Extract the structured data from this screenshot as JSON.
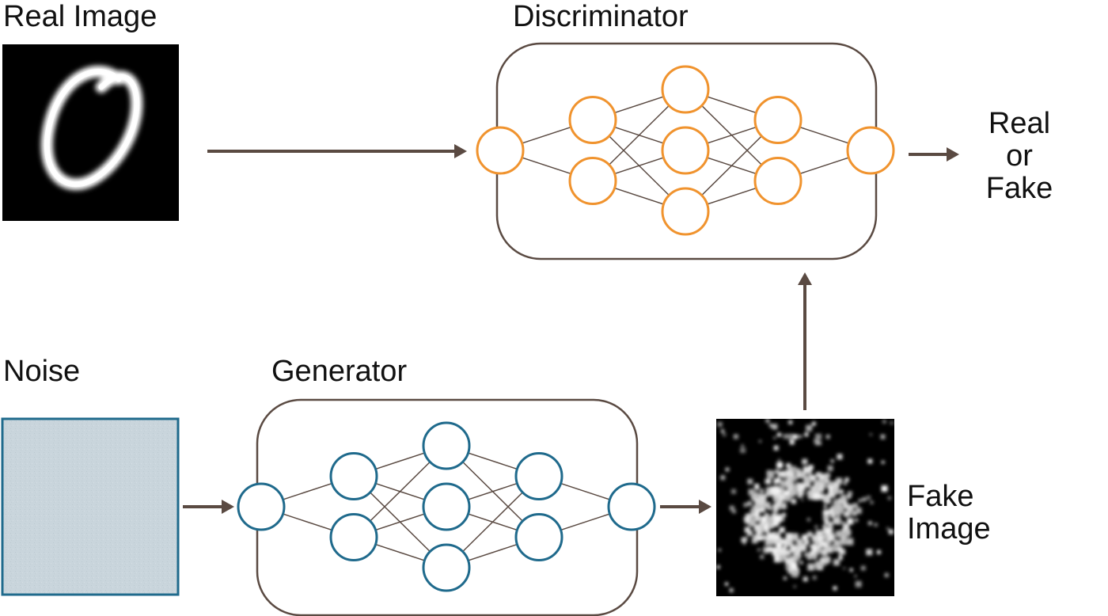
{
  "labels": {
    "real_image": "Real Image",
    "discriminator": "Discriminator",
    "noise": "Noise",
    "generator": "Generator",
    "fake_image_line1": "Fake",
    "fake_image_line2": "Image",
    "output_line1": "Real",
    "output_line2": "or",
    "output_line3": "Fake"
  },
  "colors": {
    "box_stroke": "#5a4a42",
    "arrow": "#5a4a42",
    "discriminator_nodes": "#f0932e",
    "generator_nodes": "#1f6a8c",
    "noise_fill": "#c9d5dc",
    "noise_border": "#1f6a8c",
    "image_background": "#000000"
  },
  "icons": {
    "real_image": "handwritten-digit-zero-image",
    "fake_image": "noisy-generated-digit-image",
    "noise": "noise-square"
  },
  "networks": {
    "discriminator": {
      "layer_sizes": [
        1,
        2,
        3,
        2,
        1
      ]
    },
    "generator": {
      "layer_sizes": [
        1,
        2,
        3,
        2,
        1
      ]
    }
  }
}
